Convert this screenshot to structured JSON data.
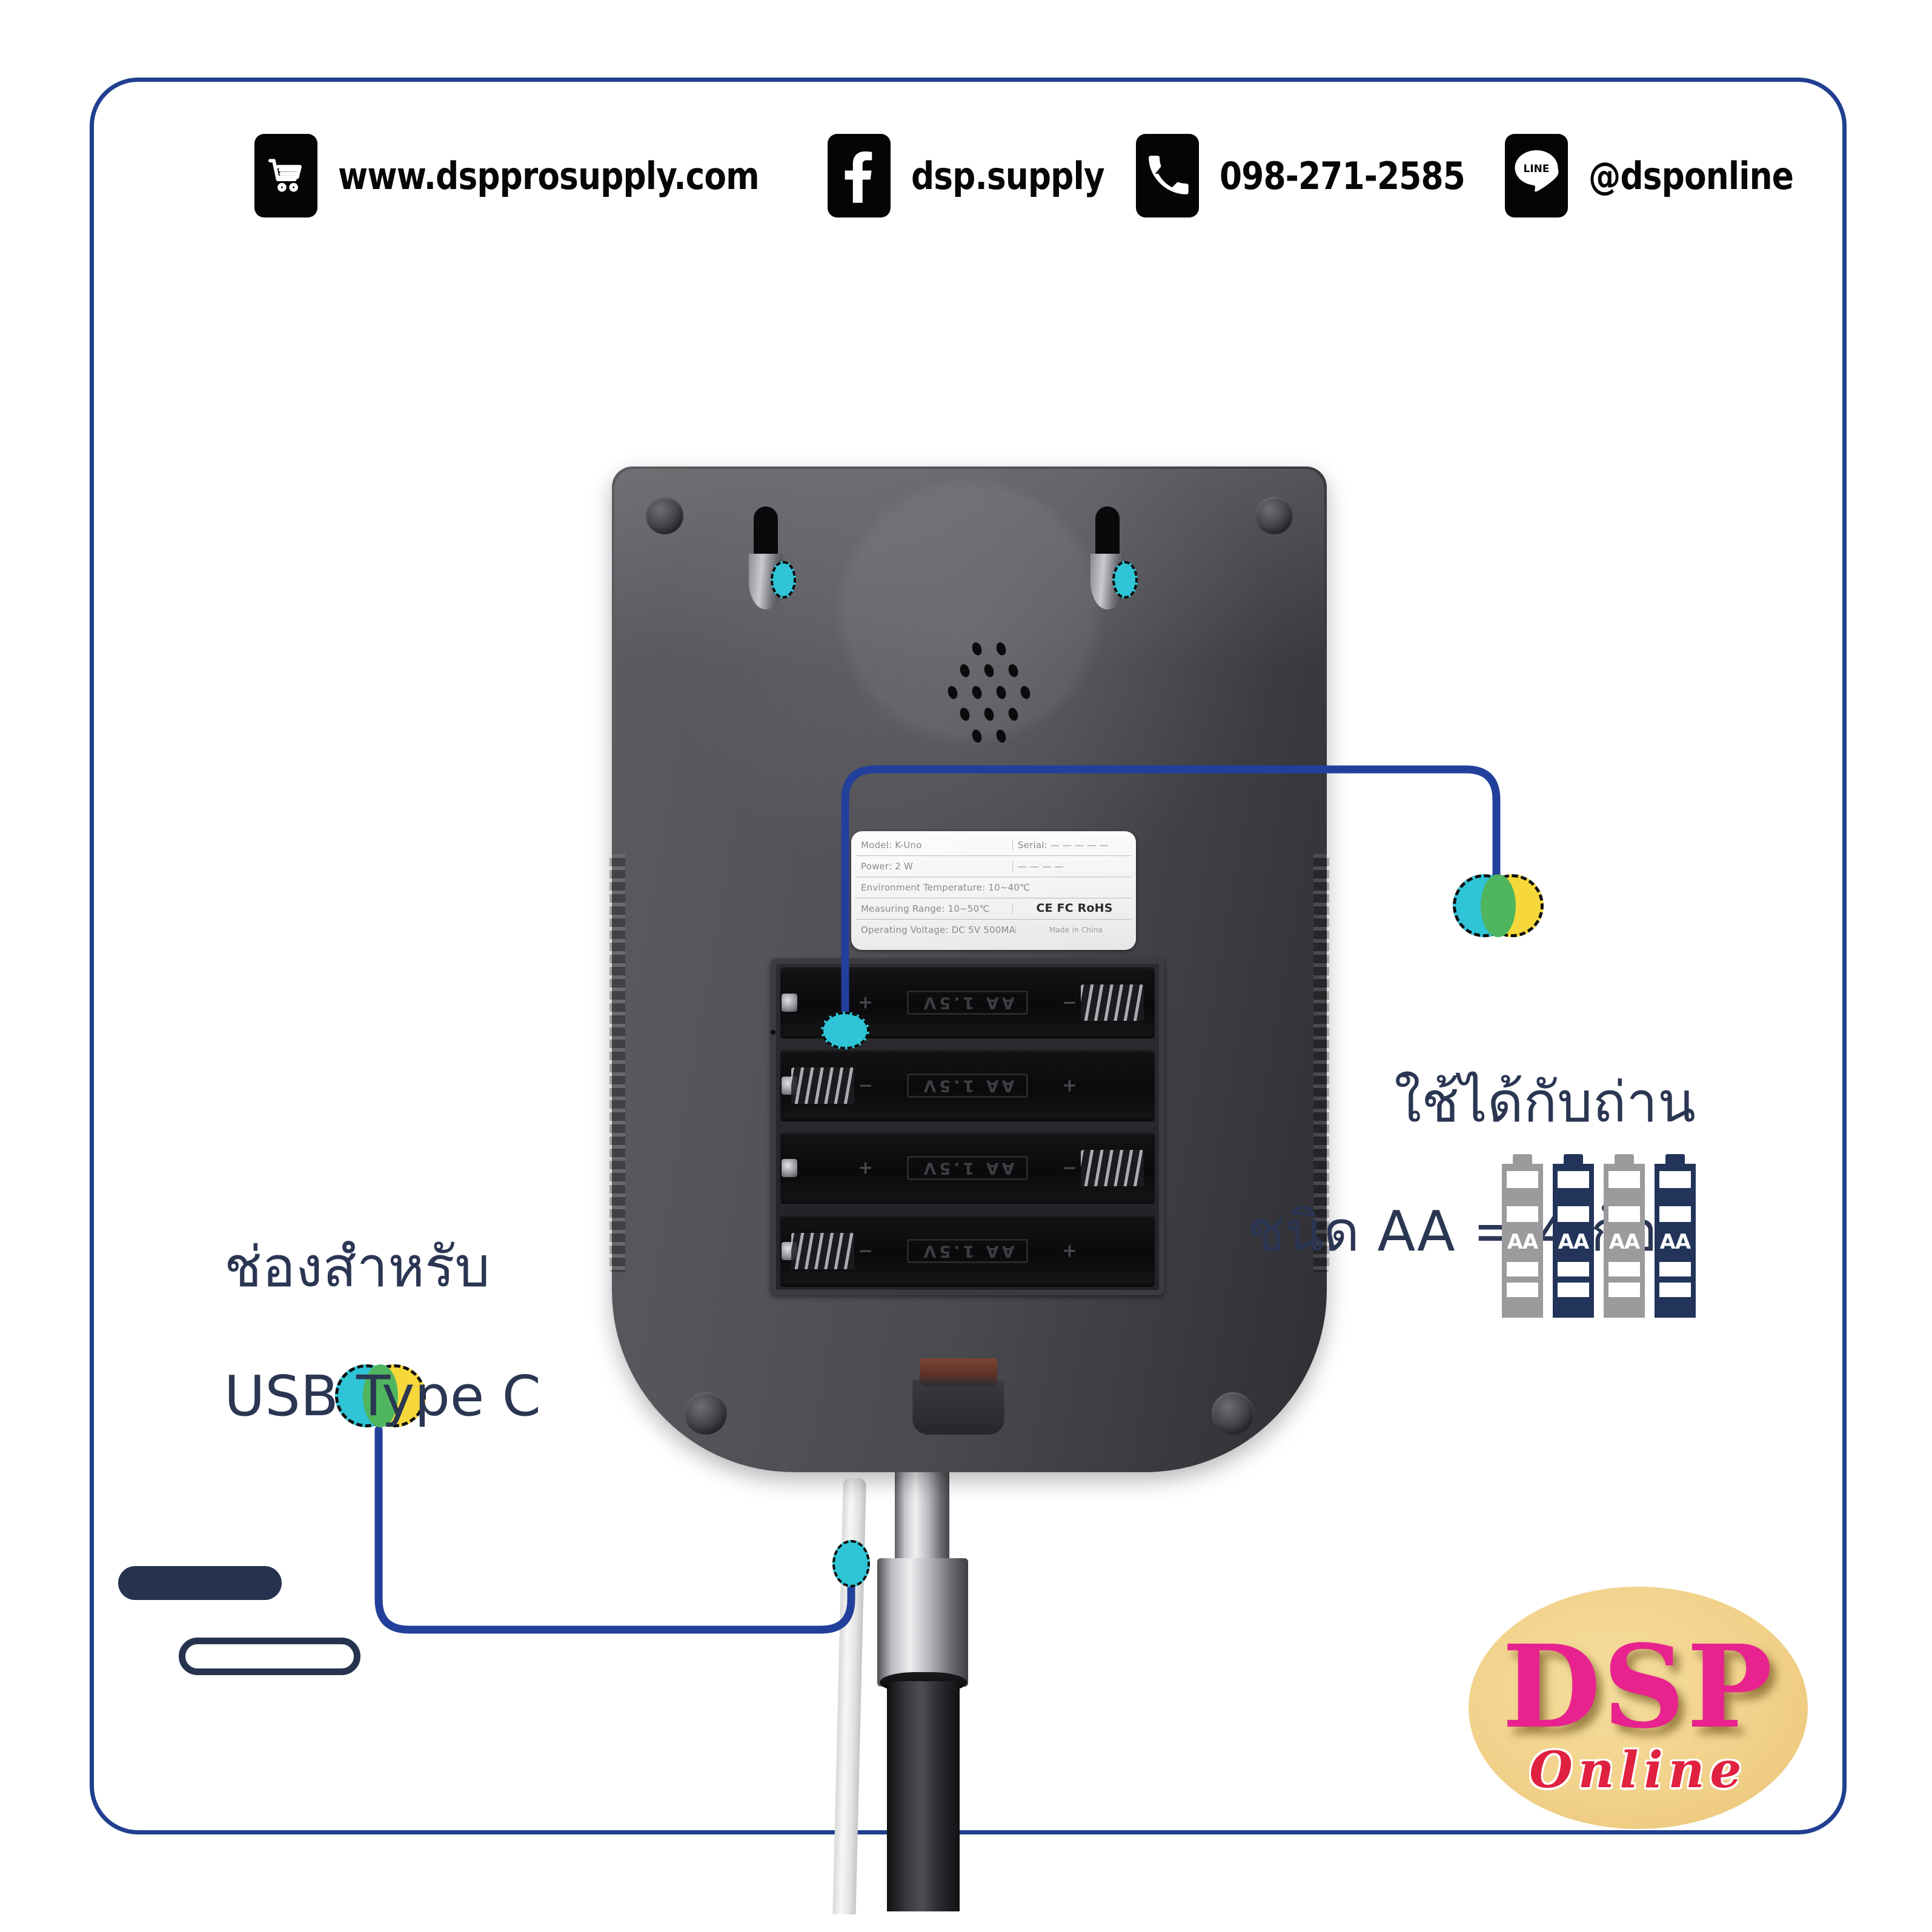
{
  "frame": {
    "border_color": "#1f3f8f"
  },
  "header": {
    "items": [
      {
        "icon": "shopping-cart-icon",
        "label": "www.dspprosupply.com"
      },
      {
        "icon": "facebook-icon",
        "label": "dsp.supply"
      },
      {
        "icon": "phone-icon",
        "label": "098-271-2585"
      },
      {
        "icon": "line-icon",
        "label": "@dsponline",
        "icon_text": "LINE"
      }
    ]
  },
  "annotations": {
    "battery": {
      "line1": "ใช้ได้กับถ่าน",
      "line2": "ชนิด AA = 4 ก้อน",
      "text_color": "#2a3652"
    },
    "usb": {
      "line1": "ช่องสำหรับ",
      "line2": "USB Type C",
      "text_color": "#2a3652"
    }
  },
  "battery_icons": {
    "label": "AA",
    "count": 4,
    "colors": [
      "#9b9b9e",
      "#22345a",
      "#9b9b9e",
      "#22345a"
    ]
  },
  "device": {
    "spec_label": {
      "rows": [
        {
          "c1": "Model: K-Uno",
          "c2": "Serial: — — — — —"
        },
        {
          "c1": "Power: 2 W",
          "c2": "— — — —"
        },
        {
          "c1": "Environment Temperature: 10~40℃",
          "c2": ""
        },
        {
          "c1": "Measuring Range: 10~50℃",
          "c2": "CE FC RoHS"
        },
        {
          "c1": "Operating Voltage: DC 5V 500MA",
          "c2": "Made in China"
        }
      ],
      "cert_text": "CE FC RoHS",
      "made_in": "Made in China"
    },
    "battery_slots": {
      "count": 4,
      "slot_text": "AA 1.5V",
      "plus": "+",
      "minus": "−"
    }
  },
  "markers": {
    "venn_cyan": "#2fc4d6",
    "venn_yellow": "#f7d83b",
    "venn_overlap": "#4fb55e",
    "dot_cyan": "#2fc4d6",
    "leader_color": "#22409b"
  },
  "logo": {
    "primary": "DSP",
    "secondary": "Online",
    "ellipse_color": "#f2d28b",
    "primary_color": "#e8228e",
    "secondary_color": "#e0213f"
  },
  "usbc_icon": {
    "name": "usb-type-c-connector"
  }
}
